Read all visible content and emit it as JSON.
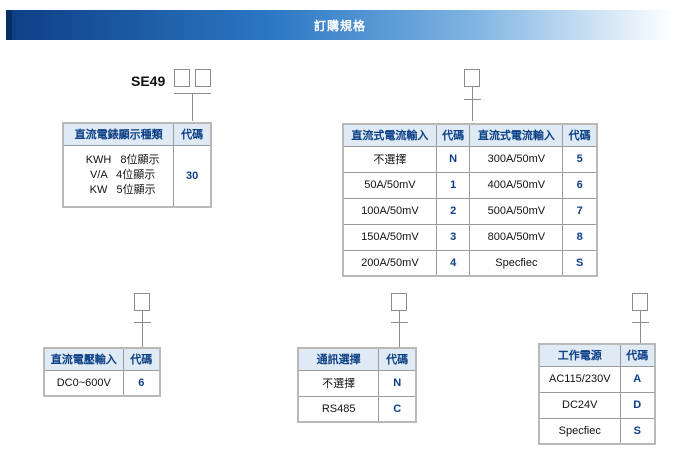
{
  "header": {
    "title": "訂購規格"
  },
  "model": "SE49",
  "display_table": {
    "headers": [
      "直流電錶顯示種類",
      "代碼"
    ],
    "lines": [
      {
        "unit": "KWH",
        "desc": "8位顯示"
      },
      {
        "unit": "V/A",
        "desc": "4位顯示"
      },
      {
        "unit": "KW",
        "desc": "5位顯示"
      }
    ],
    "code": "30"
  },
  "current_table": {
    "headers": [
      "直流式電流輸入",
      "代碼",
      "直流式電流輸入",
      "代碼"
    ],
    "rows": [
      [
        "不選擇",
        "N",
        "300A/50mV",
        "5"
      ],
      [
        "50A/50mV",
        "1",
        "400A/50mV",
        "6"
      ],
      [
        "100A/50mV",
        "2",
        "500A/50mV",
        "7"
      ],
      [
        "150A/50mV",
        "3",
        "800A/50mV",
        "8"
      ],
      [
        "200A/50mV",
        "4",
        "Specfiec",
        "S"
      ]
    ]
  },
  "voltage_table": {
    "headers": [
      "直流電壓輸入",
      "代碼"
    ],
    "rows": [
      [
        "DC0~600V",
        "6"
      ]
    ]
  },
  "comm_table": {
    "headers": [
      "通訊選擇",
      "代碼"
    ],
    "rows": [
      [
        "不選擇",
        "N"
      ],
      [
        "RS485",
        "C"
      ]
    ]
  },
  "power_table": {
    "headers": [
      "工作電源",
      "代碼"
    ],
    "rows": [
      [
        "AC115/230V",
        "A"
      ],
      [
        "DC24V",
        "D"
      ],
      [
        "Specfiec",
        "S"
      ]
    ]
  }
}
